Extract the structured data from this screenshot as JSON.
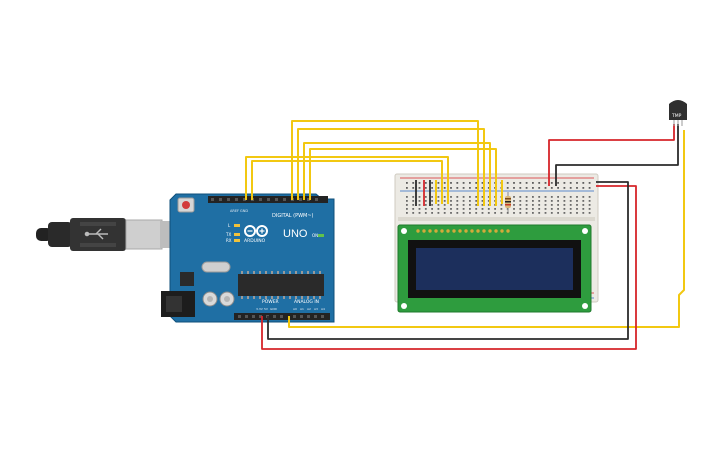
{
  "arduino": {
    "logo": "ARDUINO",
    "model": "UNO",
    "digital_label": "DIGITAL (PWM~)",
    "power_label": "POWER",
    "analog_label": "ANALOG IN",
    "tx_label": "TX",
    "rx_label": "RX",
    "l_label": "L",
    "on_label": "ON"
  },
  "sensor": {
    "label": "TMP"
  },
  "colors": {
    "board": "#1f6fa4",
    "signal_wire": "#f2c811",
    "power_wire": "#d6252a",
    "ground_wire": "#2b2b2b",
    "lcd_pcb": "#2e9c3e",
    "lcd_screen": "#1c2f5c",
    "breadboard": "#eceae4"
  }
}
